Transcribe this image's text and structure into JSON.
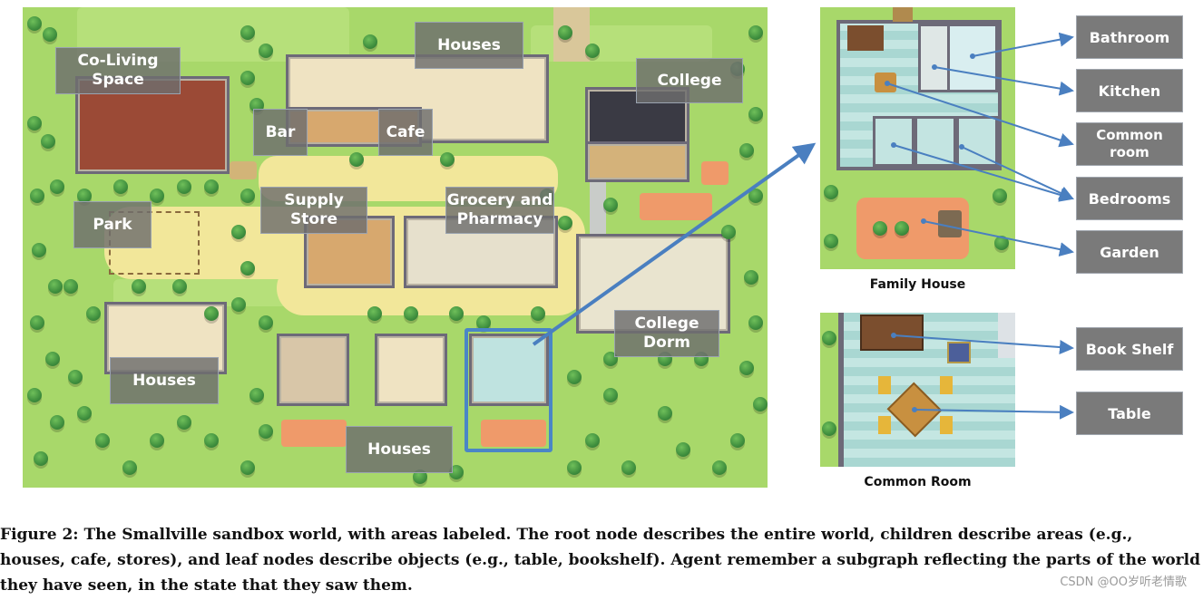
{
  "map": {
    "labels": [
      {
        "id": "coliving",
        "text": "Co-Living\nSpace"
      },
      {
        "id": "houses_top",
        "text": "Houses"
      },
      {
        "id": "college",
        "text": "College"
      },
      {
        "id": "bar",
        "text": "Bar"
      },
      {
        "id": "cafe",
        "text": "Cafe"
      },
      {
        "id": "park",
        "text": "Park"
      },
      {
        "id": "supply",
        "text": "Supply\nStore"
      },
      {
        "id": "grocery",
        "text": "Grocery and\nPharmacy"
      },
      {
        "id": "college_dorm",
        "text": "College\nDorm"
      },
      {
        "id": "houses_left",
        "text": "Houses"
      },
      {
        "id": "houses_bottom",
        "text": "Houses"
      }
    ]
  },
  "family_house": {
    "caption": "Family House",
    "labels": [
      "Bathroom",
      "Kitchen",
      "Common\nroom",
      "Bedrooms",
      "Garden"
    ]
  },
  "common_room": {
    "caption": "Common Room",
    "labels": [
      "Book Shelf",
      "Table"
    ]
  },
  "caption": {
    "figure": "Figure 2:",
    "text": " The Smallville sandbox world, with areas labeled. The root node describes the entire world, children describe areas (e.g., houses, cafe, stores), and leaf nodes describe objects (e.g., table, bookshelf). Agent remember a subgraph reflecting the parts of the world they have seen, in the state that they saw them."
  },
  "watermark": "CSDN @OO岁听老情歌",
  "colors": {
    "arrow": "#4a7fc0",
    "label_bg": "#6e6e6e",
    "grass": "#a8d86a",
    "path": "#f2e79a"
  }
}
